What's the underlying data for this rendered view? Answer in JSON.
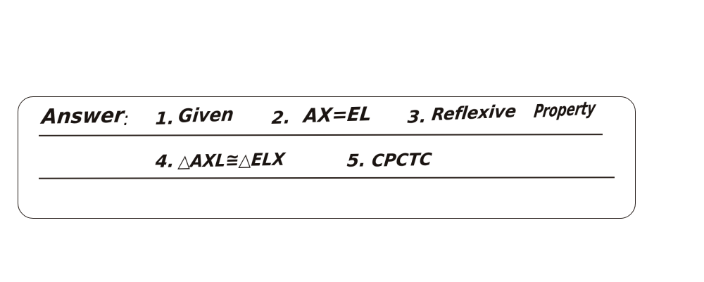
{
  "page": {
    "background_color": "#ffffff",
    "ink_color": "#1a1411",
    "box_border_color": "#241c18",
    "rule_color": "#2a211c"
  },
  "answer_box": {
    "label": "Answer",
    "colon": ":",
    "lines": [
      {
        "steps": [
          {
            "number": "1.",
            "text": "Given"
          },
          {
            "number": "2.",
            "text": "AX=EL"
          },
          {
            "number": "3.",
            "text": "Reflexive",
            "text2": "Property"
          }
        ]
      },
      {
        "steps": [
          {
            "number": "4.",
            "text": "△AXL≅△ELX"
          },
          {
            "number": "5.",
            "text": "CPCTC"
          }
        ]
      }
    ]
  }
}
